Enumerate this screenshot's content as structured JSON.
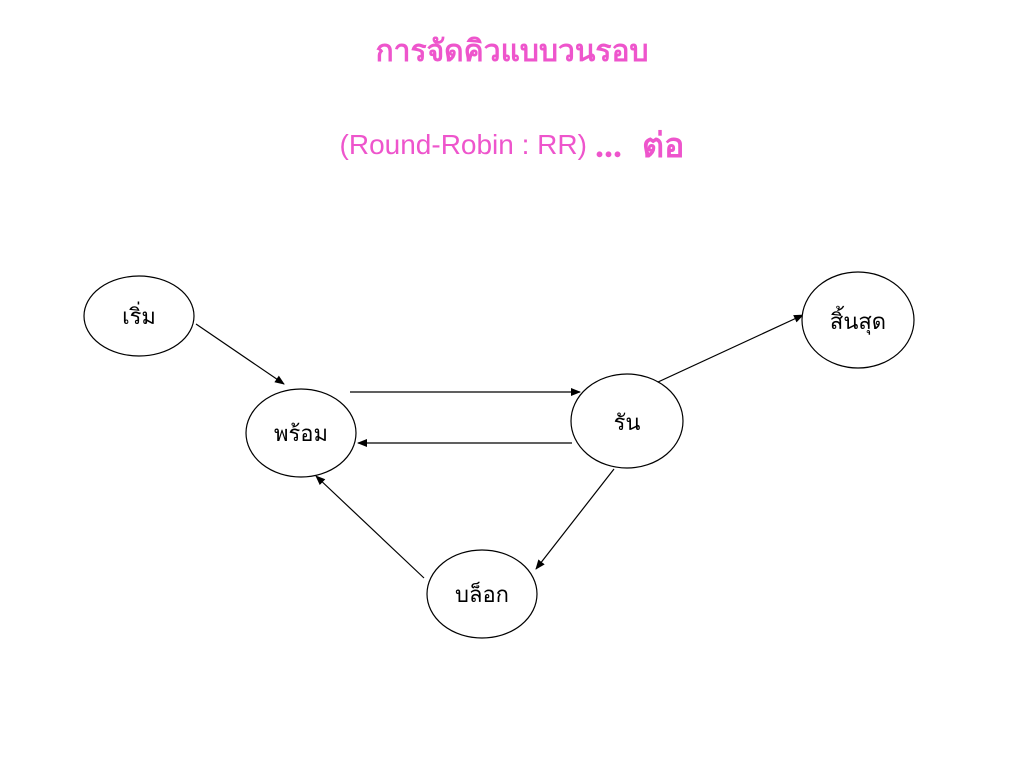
{
  "title": {
    "line1": "การจัดคิวแบบวนรอบ",
    "line2_main": "(Round-Robin : RR)",
    "line2_dots": "...",
    "line2_suffix": "ต่อ",
    "color": "#ee55cc"
  },
  "diagram": {
    "nodes": [
      {
        "id": "start",
        "label": "เริ่ม"
      },
      {
        "id": "ready",
        "label": "พร้อม"
      },
      {
        "id": "run",
        "label": "รัน"
      },
      {
        "id": "end",
        "label": "สิ้นสุด"
      },
      {
        "id": "block",
        "label": "บล็อก"
      }
    ],
    "edges": [
      {
        "from": "start",
        "to": "ready"
      },
      {
        "from": "ready",
        "to": "run"
      },
      {
        "from": "run",
        "to": "ready"
      },
      {
        "from": "run",
        "to": "end"
      },
      {
        "from": "run",
        "to": "block"
      },
      {
        "from": "block",
        "to": "ready"
      }
    ]
  }
}
